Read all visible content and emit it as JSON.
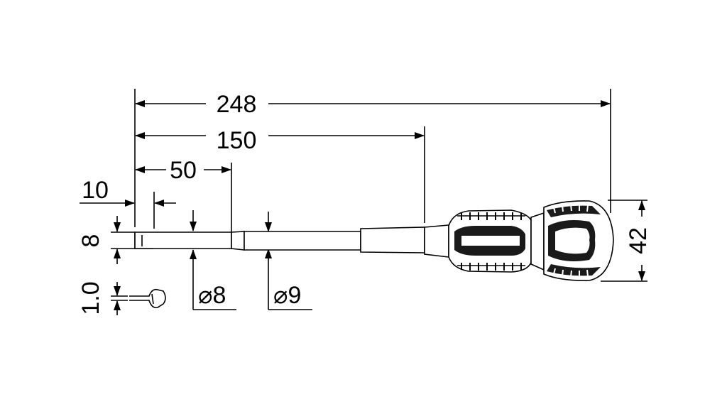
{
  "dimensions": {
    "overall_length": "248",
    "blade_length": "150",
    "section_length": "50",
    "tip_length": "10",
    "tip_width": "8",
    "tip_thickness": "1.0",
    "handle_diameter": "42",
    "shaft_diameter_small": "⌀8",
    "shaft_diameter_large": "⌀9"
  }
}
